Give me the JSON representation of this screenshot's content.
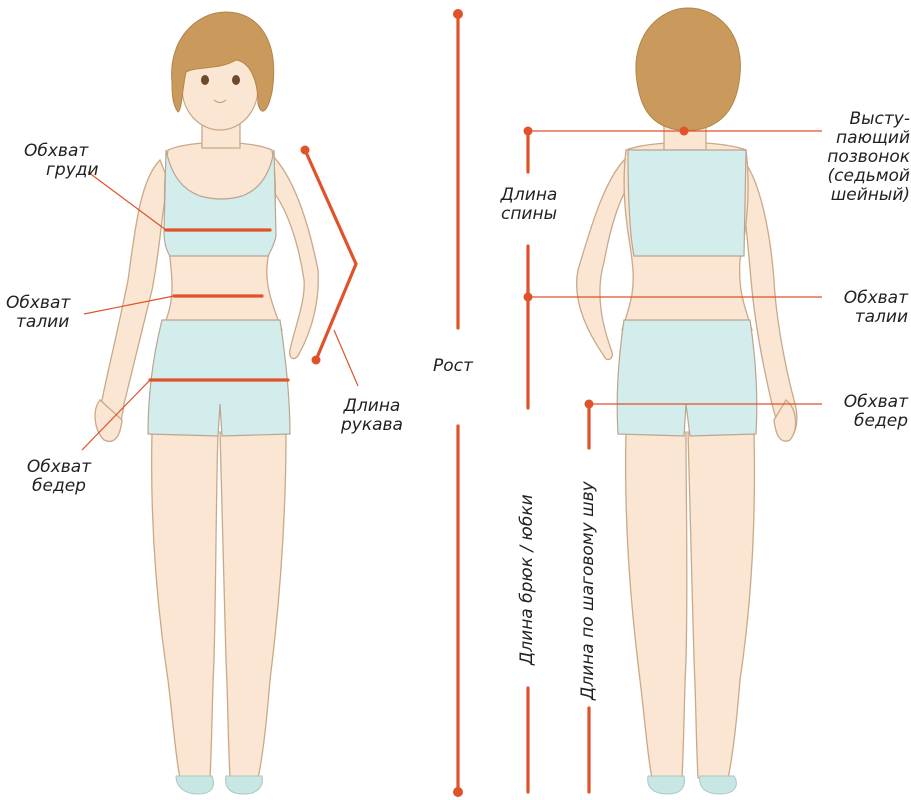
{
  "colors": {
    "measure": "#e0522a",
    "skin": "#fbe6d3",
    "outline": "#c9a98a",
    "garment": "#d3ecec",
    "hair": "#c99a5b",
    "shoe": "#c8e6e4"
  },
  "labels": {
    "chest": [
      "Обхват",
      "груди"
    ],
    "waist_front": [
      "Обхват",
      "талии"
    ],
    "hips_front": [
      "Обхват",
      "бедер"
    ],
    "sleeve": [
      "Длина",
      "рукава"
    ],
    "height": "Рост",
    "back_length": [
      "Длина",
      "спины"
    ],
    "vertebra": [
      "Высту-",
      "пающий",
      "позвонок",
      "(седьмой",
      "шейный)"
    ],
    "waist_back": [
      "Обхват",
      "талии"
    ],
    "hips_back": [
      "Обхват",
      "бедер"
    ],
    "trouser_length": "Длина брюк / юбки",
    "inseam": "Длина по шаговому шву"
  }
}
